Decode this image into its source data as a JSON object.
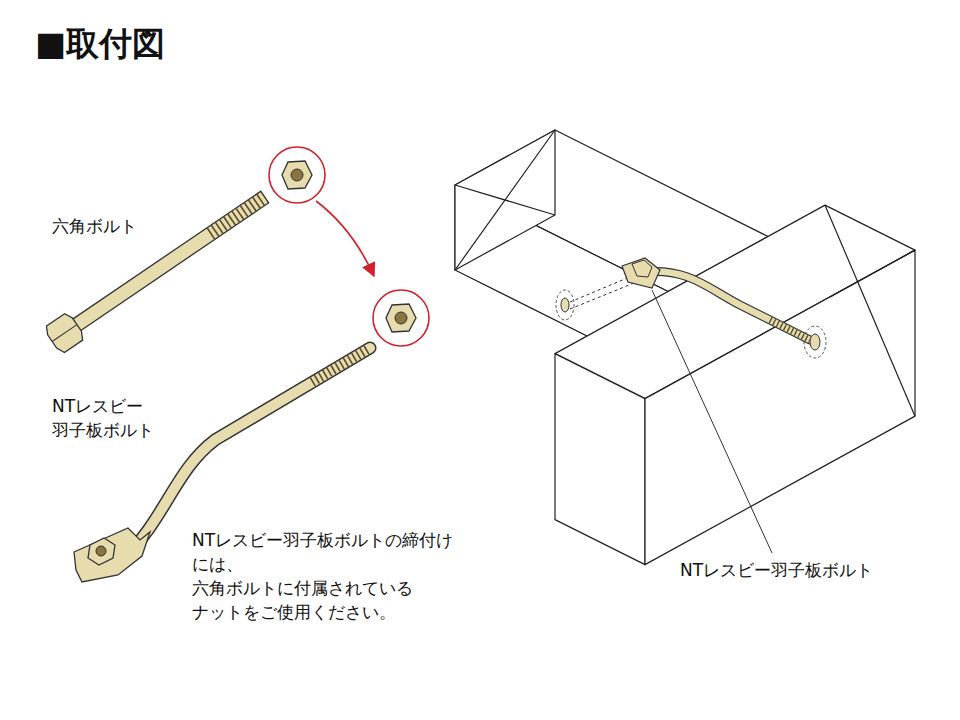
{
  "diagram": {
    "title": "■取付図",
    "labels": [
      "六角ボルト",
      "NTレスビー 羽子板ボルト",
      "NTレスビー羽子板ボルトの締付け には、六角ボルトに付属されている ナットをご使用ください。",
      "NTレスビー羽子板ボルト"
    ]
  }
}
